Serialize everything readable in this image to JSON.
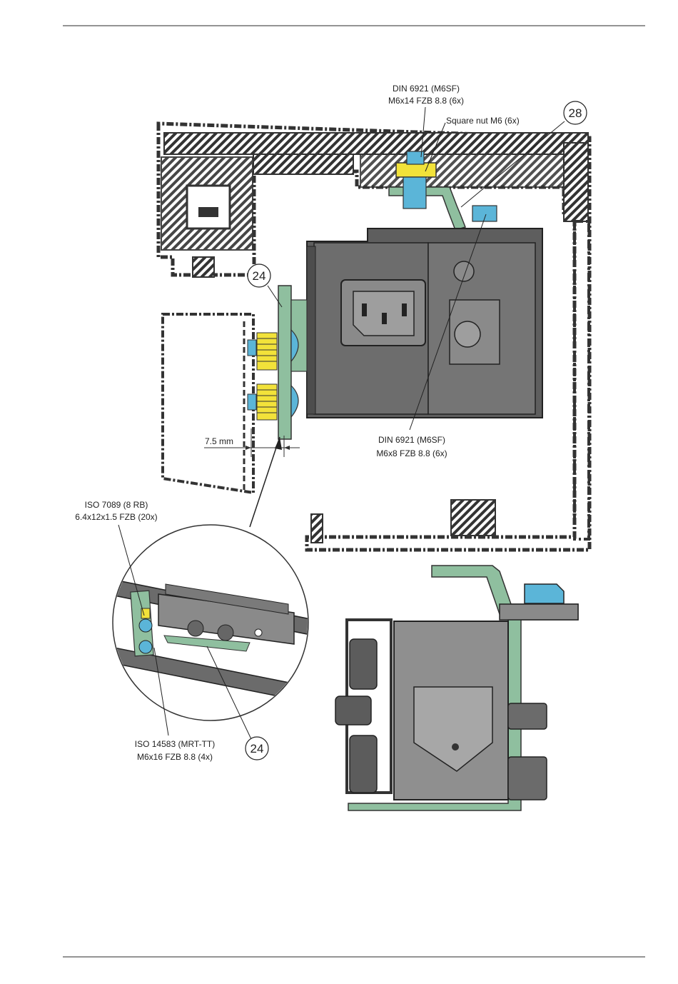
{
  "labels": {
    "din6921_top_line1": "DIN 6921 (M6SF)",
    "din6921_top_line2": "M6x14 FZB 8.8 (6x)",
    "square_nut": "Square nut M6 (6x)",
    "din6921_mid_line1": "DIN 6921 (M6SF)",
    "din6921_mid_line2": "M6x8 FZB 8.8 (6x)",
    "iso7089_line1": "ISO 7089 (8 RB)",
    "iso7089_line2": "6.4x12x1.5 FZB (20x)",
    "iso14583_line1": "ISO 14583 (MRT-TT)",
    "iso14583_line2": "M6x16 FZB 8.8 (4x)",
    "dimension": "7.5 mm"
  },
  "callouts": {
    "c28": "28",
    "c24_upper": "24",
    "c24_lower": "24"
  },
  "colors": {
    "bracket_green": "#8fbf9f",
    "bolt_blue": "#5bb5d8",
    "washer_yellow": "#f2e23a",
    "housing_gray": "#6b6b6b",
    "profile_dark": "#333333"
  }
}
